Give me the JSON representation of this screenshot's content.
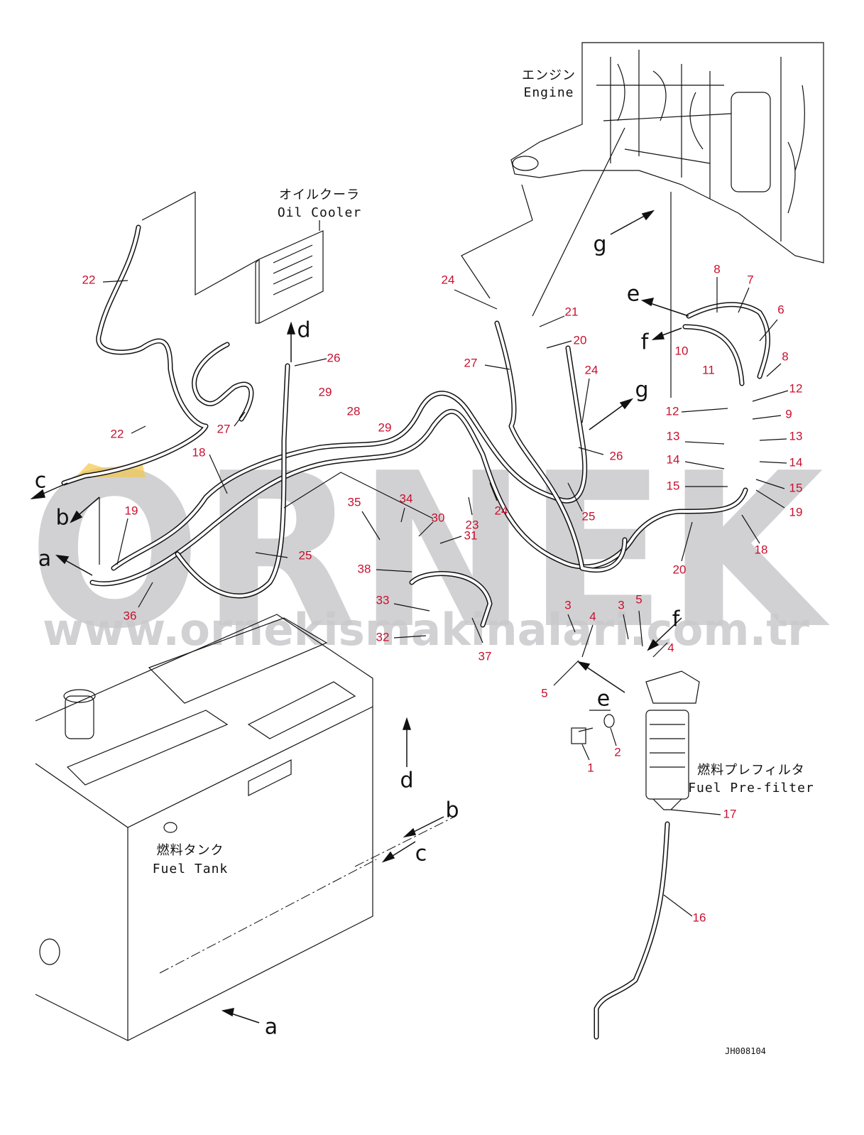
{
  "labels": {
    "engine_jp": "エンジン",
    "engine_en": "Engine",
    "oil_cooler_jp": "オイルクーラ",
    "oil_cooler_en": "Oil Cooler",
    "prefilter_jp": "燃料プレフィルタ",
    "prefilter_en": "Fuel Pre-filter",
    "tank_jp": "燃料タンク",
    "tank_en": "Fuel Tank"
  },
  "drawing_code": "JH008104",
  "watermark": {
    "brand": "ORNEK",
    "url": "www.ornekismakinalari.com.tr"
  },
  "callouts": [
    "22",
    "22",
    "27",
    "18",
    "19",
    "25",
    "36",
    "26",
    "29",
    "28",
    "29",
    "24",
    "27",
    "21",
    "20",
    "24",
    "26",
    "25",
    "23",
    "24",
    "35",
    "34",
    "30",
    "31",
    "38",
    "33",
    "32",
    "37",
    "8",
    "7",
    "6",
    "8",
    "10",
    "11",
    "12",
    "12",
    "9",
    "13",
    "13",
    "14",
    "14",
    "15",
    "15",
    "19",
    "18",
    "20",
    "3",
    "4",
    "5",
    "3",
    "5",
    "4",
    "1",
    "2",
    "17",
    "16"
  ],
  "connection_letters": [
    "c",
    "b",
    "a",
    "d",
    "e",
    "f",
    "g",
    "g",
    "e",
    "f",
    "d",
    "b",
    "c",
    "a"
  ],
  "colors": {
    "callout": "#c8102e",
    "watermark": "#c9c9cc"
  }
}
